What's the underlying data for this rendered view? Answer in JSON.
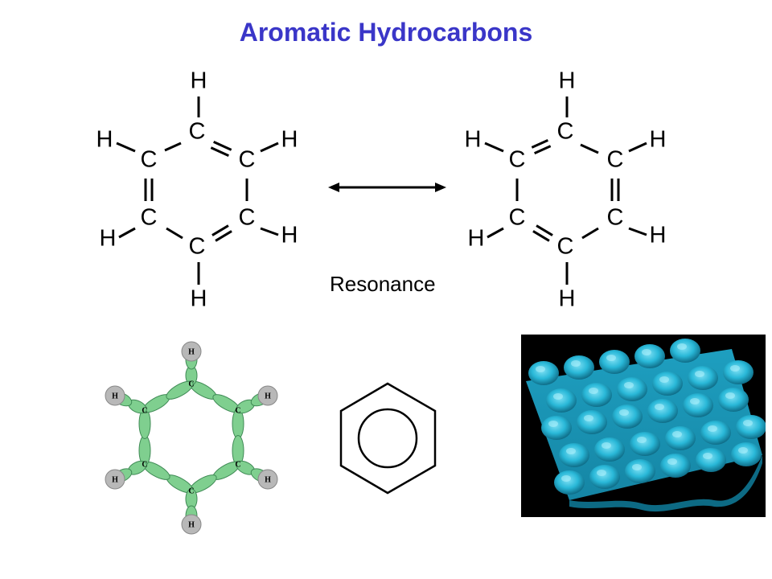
{
  "title": "Aromatic Hydrocarbons",
  "resonance_label": "Resonance",
  "atoms": {
    "carbon": "C",
    "hydrogen": "H"
  },
  "colors": {
    "title": "#3a36c8",
    "orbital_green": "#7fcf8f",
    "hydrogen_gray": "#b8b8b8",
    "stm_cyan": "#29b8d8",
    "stm_background": "#000000"
  },
  "icons": {
    "resonance_arrow": "double-headed-arrow-icon",
    "orbital_model": "sigma-bond-orbital-model",
    "benzene_symbol": "hexagon-with-circle-icon",
    "stm_image": "benzene-stm-surface-image"
  }
}
